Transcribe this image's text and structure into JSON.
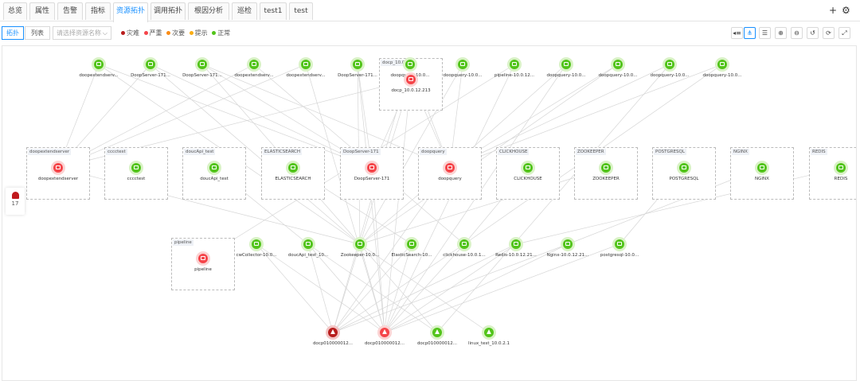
{
  "tabs": [
    {
      "label": "总览",
      "active": false
    },
    {
      "label": "属性",
      "active": false
    },
    {
      "label": "告警",
      "active": false
    },
    {
      "label": "指标",
      "active": false
    },
    {
      "label": "资源拓扑",
      "active": true
    },
    {
      "label": "调用拓扑",
      "active": false
    },
    {
      "label": "根因分析",
      "active": false
    },
    {
      "label": "巡检",
      "active": false
    },
    {
      "label": "test1",
      "active": false
    },
    {
      "label": "test",
      "active": false
    }
  ],
  "header_actions": {
    "add_icon": "plus-icon",
    "settings_icon": "gear-icon",
    "add_label": "+",
    "settings_label": "⚙"
  },
  "toolbar": {
    "view_topology": "拓扑",
    "view_list": "列表",
    "select_placeholder": "请选择资源名称",
    "select_chevron": "⌵",
    "legend": [
      {
        "label": "灾难",
        "color": "#b81d1d"
      },
      {
        "label": "严重",
        "color": "#f5454a"
      },
      {
        "label": "次要",
        "color": "#fa8c16"
      },
      {
        "label": "提示",
        "color": "#faad14"
      },
      {
        "label": "正常",
        "color": "#52c41a"
      }
    ],
    "buttons": [
      {
        "name": "layout-left-icon",
        "glyph": "◂≡",
        "active": false
      },
      {
        "name": "layout-tree-icon",
        "glyph": "⋔",
        "active": true
      },
      {
        "name": "layout-list-icon",
        "glyph": "☰",
        "active": false
      },
      {
        "name": "zoom-in-icon",
        "glyph": "⊕",
        "active": false
      },
      {
        "name": "zoom-out-icon",
        "glyph": "⊖",
        "active": false
      },
      {
        "name": "reset-icon",
        "glyph": "↺",
        "active": false
      },
      {
        "name": "refresh-icon",
        "glyph": "⟳",
        "active": false
      },
      {
        "name": "fullscreen-icon",
        "glyph": "⤢",
        "active": false
      }
    ]
  },
  "alarm_panel": {
    "count": "17",
    "icon": "alarm-bell-icon"
  },
  "groups": [
    {
      "id": "docp",
      "title": "docp_10.0..."
    },
    {
      "id": "doopextendserver",
      "title": "doopextendserver"
    },
    {
      "id": "cccctest",
      "title": "cccctest"
    },
    {
      "id": "doucApi_test",
      "title": "doucApi_test"
    },
    {
      "id": "ELASTICSEARCH",
      "title": "ELASTICSEARCH"
    },
    {
      "id": "DoopServer-171",
      "title": "DoopServer-171"
    },
    {
      "id": "doopquery",
      "title": "doopquery"
    },
    {
      "id": "CLICKHOUSE",
      "title": "CLICKHOUSE"
    },
    {
      "id": "ZOOKEEPER",
      "title": "ZOOKEEPER"
    },
    {
      "id": "POSTGRESQL",
      "title": "POSTGRESQL"
    },
    {
      "id": "NGINX",
      "title": "NGINX"
    },
    {
      "id": "REDIS",
      "title": "REDIS"
    },
    {
      "id": "pipeline",
      "title": "pipeline"
    }
  ],
  "nodes": [
    {
      "id": "t1",
      "label": "doopextendserv...",
      "status": "green",
      "glyph": "box"
    },
    {
      "id": "t2",
      "label": "DoopServer-171...",
      "status": "green",
      "glyph": "box"
    },
    {
      "id": "t3",
      "label": "DoopServer-171...",
      "status": "green",
      "glyph": "box"
    },
    {
      "id": "t4",
      "label": "doopextendserv...",
      "status": "green",
      "glyph": "box"
    },
    {
      "id": "t5",
      "label": "doopextendserv...",
      "status": "green",
      "glyph": "box"
    },
    {
      "id": "t6",
      "label": "DoopServer-171...",
      "status": "green",
      "glyph": "box"
    },
    {
      "id": "t7",
      "label": "doopquery-10.0...",
      "status": "green",
      "glyph": "box"
    },
    {
      "id": "t8",
      "label": "doopquery-10.0...",
      "status": "green",
      "glyph": "box"
    },
    {
      "id": "t9",
      "label": "pipeline-10.0.12...",
      "status": "green",
      "glyph": "box"
    },
    {
      "id": "t10",
      "label": "doopquery-10.0...",
      "status": "green",
      "glyph": "box"
    },
    {
      "id": "t11",
      "label": "doopquery-10.0...",
      "status": "green",
      "glyph": "box"
    },
    {
      "id": "t12",
      "label": "doopquery-10.0...",
      "status": "green",
      "glyph": "box"
    },
    {
      "id": "t13",
      "label": "doopquery-10.0...",
      "status": "green",
      "glyph": "box"
    },
    {
      "id": "dc",
      "label": "docp_10.0.12.213",
      "status": "red",
      "glyph": "box"
    },
    {
      "id": "g1",
      "label": "doopextendserver",
      "status": "red",
      "glyph": "box"
    },
    {
      "id": "g2",
      "label": "cccctest",
      "status": "green",
      "glyph": "box"
    },
    {
      "id": "g3",
      "label": "doucApi_test",
      "status": "green",
      "glyph": "box"
    },
    {
      "id": "g4",
      "label": "ELASTICSEARCH",
      "status": "green",
      "glyph": "box"
    },
    {
      "id": "g5",
      "label": "DoopServer-171",
      "status": "red",
      "glyph": "box"
    },
    {
      "id": "g6",
      "label": "doopquery",
      "status": "red",
      "glyph": "box"
    },
    {
      "id": "g7",
      "label": "CLICKHOUSE",
      "status": "green",
      "glyph": "box"
    },
    {
      "id": "g8",
      "label": "ZOOKEEPER",
      "status": "green",
      "glyph": "box"
    },
    {
      "id": "g9",
      "label": "POSTGRESQL",
      "status": "green",
      "glyph": "box"
    },
    {
      "id": "g10",
      "label": "NGINX",
      "status": "green",
      "glyph": "box"
    },
    {
      "id": "g11",
      "label": "REDIS",
      "status": "green",
      "glyph": "box"
    },
    {
      "id": "p",
      "label": "pipeline",
      "status": "red",
      "glyph": "box"
    },
    {
      "id": "m1",
      "label": "cwCollector-10.0...",
      "status": "green",
      "glyph": "box"
    },
    {
      "id": "m2",
      "label": "doucApi_test_10...",
      "status": "green",
      "glyph": "box"
    },
    {
      "id": "m3",
      "label": "Zookeeper-10.0...",
      "status": "green",
      "glyph": "box"
    },
    {
      "id": "m4",
      "label": "ElasticSearch-10...",
      "status": "green",
      "glyph": "box"
    },
    {
      "id": "m5",
      "label": "clickhouse-10.0.1...",
      "status": "green",
      "glyph": "box"
    },
    {
      "id": "m6",
      "label": "Redis-10.0.12.21...",
      "status": "green",
      "glyph": "box"
    },
    {
      "id": "m7",
      "label": "Nginx-10.0.12.21...",
      "status": "green",
      "glyph": "box"
    },
    {
      "id": "m8",
      "label": "postgresql-10.0...",
      "status": "green",
      "glyph": "box"
    },
    {
      "id": "b1",
      "label": "docp010000012...",
      "status": "dred",
      "glyph": "tri"
    },
    {
      "id": "b2",
      "label": "docp010000012...",
      "status": "red",
      "glyph": "tri"
    },
    {
      "id": "b3",
      "label": "docp010000012...",
      "status": "green",
      "glyph": "tri"
    },
    {
      "id": "b4",
      "label": "linux_test_10.0.2.1",
      "status": "green",
      "glyph": "tri"
    }
  ],
  "edges": [
    [
      "t1",
      "g1"
    ],
    [
      "t1",
      "g5"
    ],
    [
      "t1",
      "m3"
    ],
    [
      "t2",
      "g5"
    ],
    [
      "t2",
      "m3"
    ],
    [
      "t2",
      "g1"
    ],
    [
      "t3",
      "g5"
    ],
    [
      "t3",
      "m3"
    ],
    [
      "t3",
      "g6"
    ],
    [
      "t4",
      "g1"
    ],
    [
      "t4",
      "m5"
    ],
    [
      "t5",
      "g1"
    ],
    [
      "t5",
      "b2"
    ],
    [
      "t6",
      "g5"
    ],
    [
      "t6",
      "m3"
    ],
    [
      "t6",
      "b2"
    ],
    [
      "t7",
      "g6"
    ],
    [
      "t7",
      "b1"
    ],
    [
      "t8",
      "g6"
    ],
    [
      "t8",
      "m3"
    ],
    [
      "t9",
      "p"
    ],
    [
      "t9",
      "b2"
    ],
    [
      "t10",
      "g6"
    ],
    [
      "t10",
      "b2"
    ],
    [
      "t11",
      "g6"
    ],
    [
      "t11",
      "m3"
    ],
    [
      "t12",
      "g6"
    ],
    [
      "t12",
      "b3"
    ],
    [
      "t13",
      "g6"
    ],
    [
      "t13",
      "m5"
    ],
    [
      "dc",
      "g6"
    ],
    [
      "dc",
      "g5"
    ],
    [
      "dc",
      "m3"
    ],
    [
      "dc",
      "b2"
    ],
    [
      "dc",
      "g1"
    ],
    [
      "g3",
      "m2"
    ],
    [
      "g4",
      "m4"
    ],
    [
      "g7",
      "m5"
    ],
    [
      "g8",
      "m3"
    ],
    [
      "g9",
      "m8"
    ],
    [
      "g10",
      "m7"
    ],
    [
      "g11",
      "m6"
    ],
    [
      "g6",
      "m3"
    ],
    [
      "g6",
      "b1"
    ],
    [
      "g5",
      "b2"
    ],
    [
      "g1",
      "m3"
    ],
    [
      "m1",
      "b1"
    ],
    [
      "m1",
      "b2"
    ],
    [
      "m2",
      "b2"
    ],
    [
      "m2",
      "b1"
    ],
    [
      "m3",
      "b2"
    ],
    [
      "m3",
      "b1"
    ],
    [
      "m3",
      "b3"
    ],
    [
      "m3",
      "b4"
    ],
    [
      "m4",
      "b2"
    ],
    [
      "m5",
      "b2"
    ],
    [
      "m5",
      "b1"
    ],
    [
      "m6",
      "b2"
    ],
    [
      "m7",
      "b2"
    ],
    [
      "m8",
      "b2"
    ],
    [
      "m2",
      "b3"
    ],
    [
      "m4",
      "b1"
    ],
    [
      "m6",
      "b1"
    ],
    [
      "m7",
      "b1"
    ]
  ]
}
